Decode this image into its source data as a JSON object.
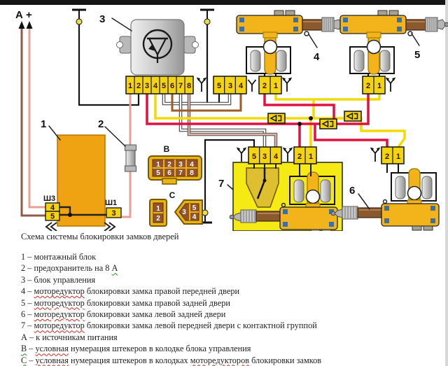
{
  "title": "Схема системы блокировки замков дверей",
  "legend": {
    "l1": {
      "t": "1 – монтажный блок"
    },
    "l2": {
      "pre": "2 – предохранитель на 8 ",
      "g": "А"
    },
    "l3": {
      "t": "3 – блок управления"
    },
    "l4": {
      "pre": "4 – ",
      "r": "моторедуктор",
      "post": " блокировки замка правой передней двери"
    },
    "l5": {
      "pre": "5 – ",
      "r": "моторедуктор",
      "post": " блокировки замка правой задней двери"
    },
    "l6": {
      "pre": "6 – ",
      "r": "моторедуктор",
      "post": " блокировки замка левой задней двери"
    },
    "l7": {
      "pre": "7 – ",
      "r": "моторедуктор",
      "post": " блокировки замка левой передней двери с контактной группой"
    },
    "la": {
      "t": "А – к источникам питания"
    },
    "lb": {
      "g": "В",
      "mid": " – ",
      "r": "условная",
      "post": " нумерация штекеров в колодке блока управления"
    },
    "lc": {
      "g": "С",
      "mid": " – ",
      "r": "условная",
      "mid2": " нумерация штекеров в колодках ",
      "r2": "моторедукторов",
      "post": " блокировки замков"
    }
  },
  "labels": {
    "n1": "1",
    "n2": "2",
    "n3": "3",
    "n4": "4",
    "n5": "5",
    "n6": "6",
    "n7": "7",
    "a_plus": "А +",
    "sh3": "Ш3",
    "sh1": "Ш1",
    "b": "В",
    "c": "С"
  },
  "pins": {
    "cu8": [
      "1",
      "2",
      "3",
      "4",
      "5",
      "6",
      "7",
      "8"
    ],
    "top534": [
      "5",
      "3",
      "4"
    ],
    "act4": [
      "2",
      "1"
    ],
    "act5": [
      "2",
      "1"
    ],
    "act6": [
      "2",
      "1"
    ],
    "act7m": [
      "2",
      "1"
    ],
    "act7c": [
      "5",
      "3",
      "4"
    ],
    "sh3": [
      "4",
      "5"
    ],
    "sh1": [
      "3"
    ],
    "conn_b": [
      "1",
      "2",
      "3",
      "4",
      "5",
      "6",
      "7",
      "8"
    ],
    "conn_c_small": [
      "1",
      "2"
    ],
    "conn_c_penta": [
      "3",
      "5",
      "4"
    ]
  },
  "colors": {
    "wire_red": "#e01040",
    "wire_yellow": "#f2dc00",
    "wire_brown": "#9a5c28",
    "wire_dark_brown": "#8f5a46",
    "wire_salmon": "#e79f96",
    "wire_black": "#151515",
    "connector_yellow": "#f2d411",
    "block_orange": "#f0a312",
    "highlight_box": "#f5ea14",
    "pin_brown": "#96522a",
    "unit_gray": "#c9c9c9"
  }
}
